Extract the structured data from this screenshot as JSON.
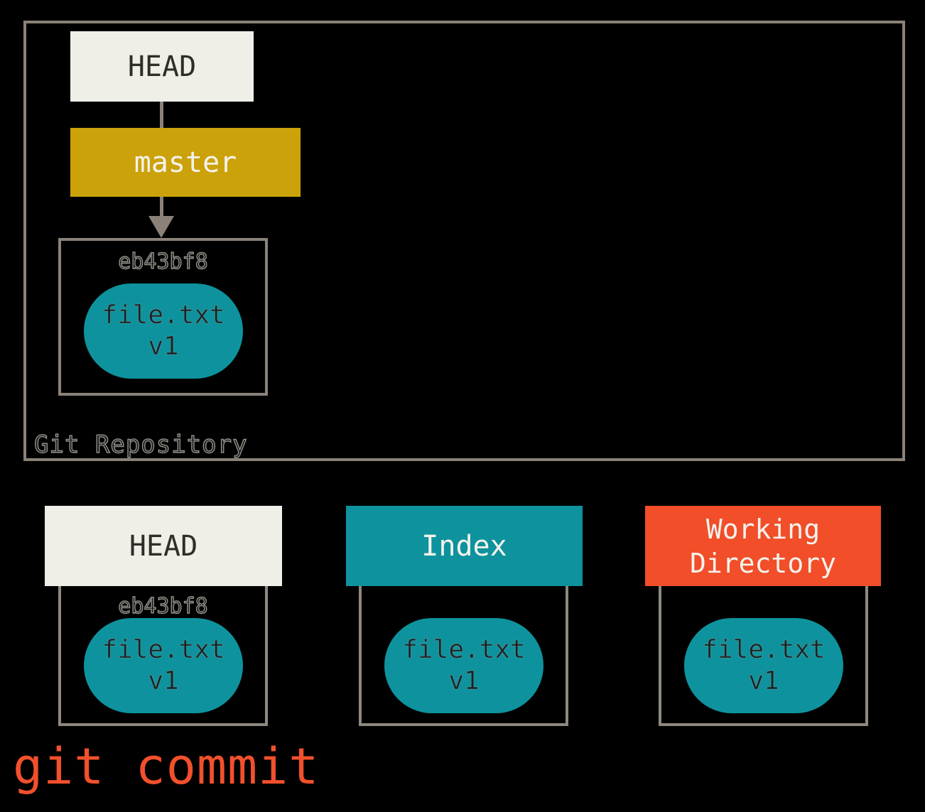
{
  "command": "git commit",
  "colors": {
    "background": "#000000",
    "border_gray": "#8A8279",
    "cream": "#EFEEE7",
    "gold": "#CCA20A",
    "teal": "#0E939E",
    "orange": "#F14E29",
    "command_red": "#F2502C"
  },
  "repository": {
    "label": "Git Repository",
    "head_label": "HEAD",
    "branch_label": "master",
    "commit": {
      "hash": "eb43bf8",
      "file": "file.txt",
      "version": "v1"
    }
  },
  "areas": [
    {
      "title": "HEAD",
      "hash": "eb43bf8",
      "file": "file.txt",
      "version": "v1"
    },
    {
      "title": "Index",
      "file": "file.txt",
      "version": "v1"
    },
    {
      "title": "Working Directory",
      "file": "file.txt",
      "version": "v1"
    }
  ]
}
